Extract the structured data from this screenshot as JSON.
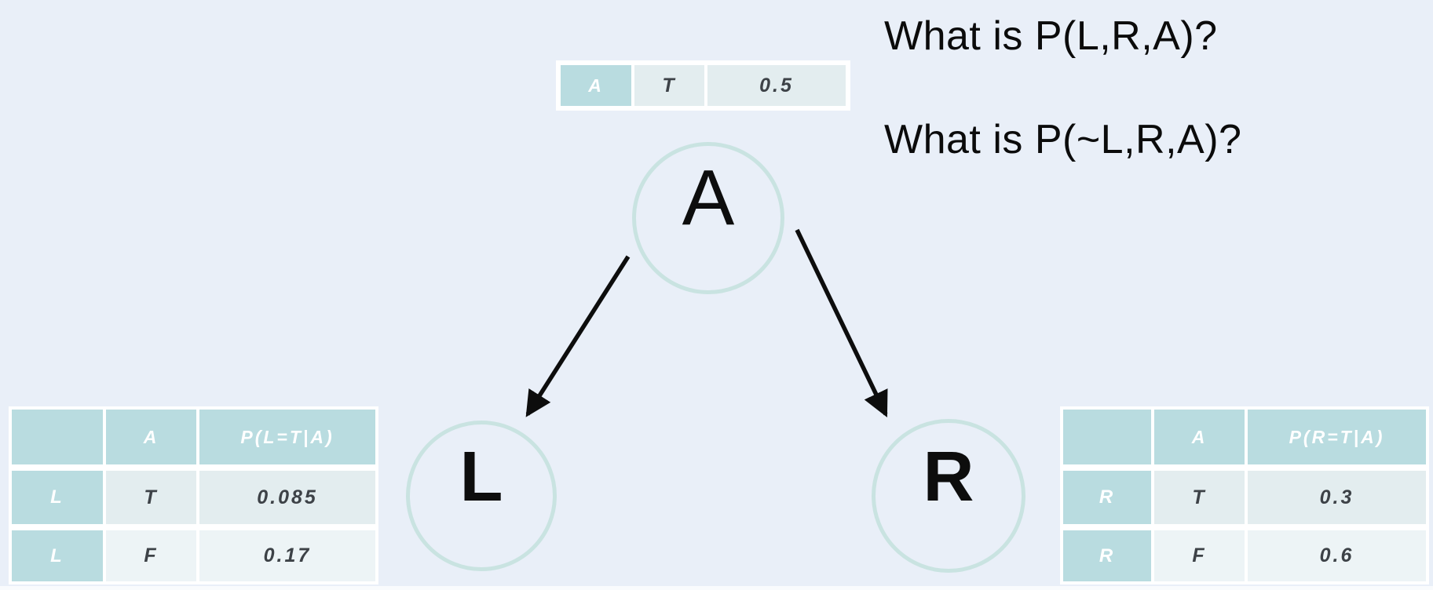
{
  "questions": {
    "line1": "What is P(L,R,A)?",
    "line2": "What is P(~L,R,A)?"
  },
  "nodes": {
    "a": {
      "label": "A"
    },
    "l": {
      "label": "L"
    },
    "r": {
      "label": "R"
    }
  },
  "edges": [
    {
      "from": "A",
      "to": "L"
    },
    {
      "from": "A",
      "to": "R"
    }
  ],
  "tables": {
    "prior_a": {
      "cells": [
        "A",
        "T",
        "0.5"
      ]
    },
    "cpt_l": {
      "header": [
        "",
        "A",
        "P(L=T|A)"
      ],
      "rows": [
        [
          "L",
          "T",
          "0.085"
        ],
        [
          "L",
          "F",
          "0.17"
        ]
      ]
    },
    "cpt_r": {
      "header": [
        "",
        "A",
        "P(R=T|A)"
      ],
      "rows": [
        [
          "R",
          "T",
          "0.3"
        ],
        [
          "R",
          "F",
          "0.6"
        ]
      ]
    }
  },
  "colors": {
    "background": "#e9eff8",
    "table_header_teal": "#b9dce0",
    "table_row_light": "#e3edef",
    "table_row_lighter": "#edf4f6",
    "node_circle_stroke": "#c9e3e1",
    "arrow": "#0d0d0d",
    "question_text": "#0b0b0b"
  }
}
